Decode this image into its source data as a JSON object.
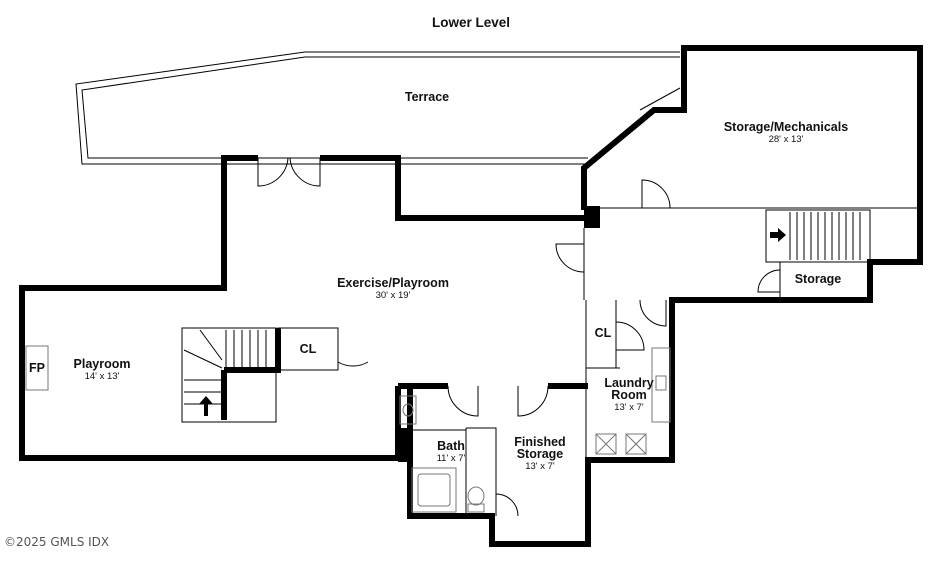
{
  "title": "Lower Level",
  "rooms": {
    "terrace": {
      "name": "Terrace"
    },
    "storage_mechanicals": {
      "name": "Storage/Mechanicals",
      "dims": "28' x 13'"
    },
    "exercise": {
      "name": "Exercise/Playroom",
      "dims": "30' x 19'"
    },
    "playroom": {
      "name": "Playroom",
      "dims": "14' x 13'"
    },
    "fireplace": {
      "name": "FP"
    },
    "closet_left": {
      "name": "CL"
    },
    "closet_right": {
      "name": "CL"
    },
    "storage_small": {
      "name": "Storage"
    },
    "laundry": {
      "line1": "Laundry",
      "line2": "Room",
      "dims": "13' x 7'"
    },
    "bath": {
      "name": "Bath",
      "dims": "11' x 7'"
    },
    "finished_storage": {
      "line1": "Finished",
      "line2": "Storage",
      "dims": "13' x 7'"
    }
  },
  "watermark": "©2025 GMLS IDX"
}
